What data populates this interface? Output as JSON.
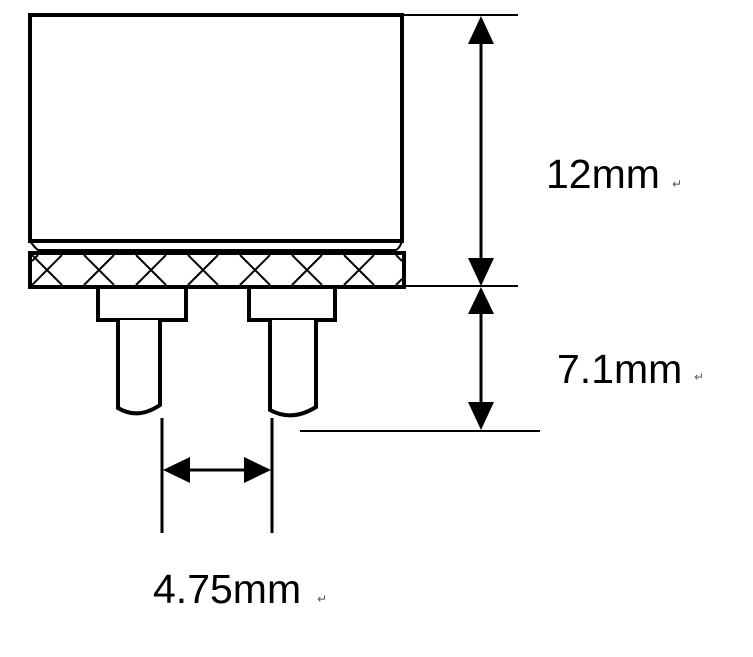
{
  "dimensions": {
    "body_height": "12mm",
    "pin_length": "7.1mm",
    "pin_spacing": "4.75mm"
  },
  "marks": {
    "paragraph_mark": "↵"
  },
  "colors": {
    "stroke": "#000000",
    "background": "#ffffff"
  }
}
